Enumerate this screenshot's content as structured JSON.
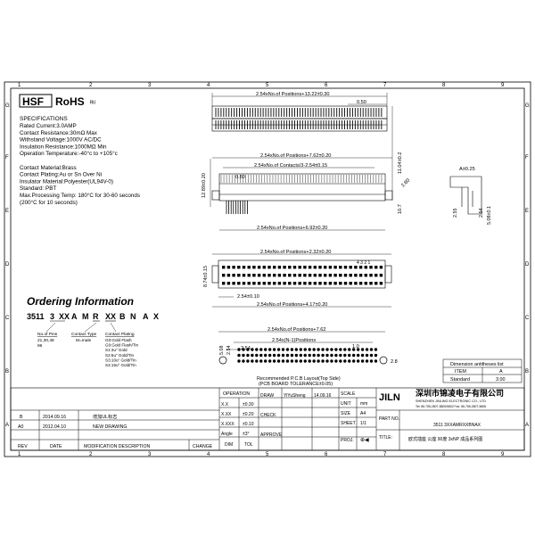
{
  "grid": {
    "cols": [
      "1",
      "2",
      "3",
      "4",
      "5",
      "6",
      "7",
      "8",
      "9"
    ],
    "rows": [
      "G",
      "F",
      "E",
      "D",
      "C",
      "B",
      "A"
    ]
  },
  "logo": {
    "hsf": "HSF",
    "rohs": "RoHS"
  },
  "specs": {
    "title": "SPECIFICATIONS",
    "lines": [
      "Rated Current:3.0AMP",
      "Contact Resistance:30mΩ Max",
      "Withstand Voltage:1000V AC/DC",
      "Insulation Resistance:1000MΩ Min",
      "Operation Temperature:-40°c to +105°c",
      "",
      "Contact Material:Brass",
      "Contact Plating:Au or Sn Over Ni",
      "Insulator Material:Polyester(UL94V-0)",
      "Standard:           PBT",
      "Max.Processing Temp: 180°C for 30-60 seconds",
      "                     (200°C for 10 seconds)"
    ]
  },
  "ordering": {
    "title": "Ordering Information",
    "code": [
      "3511",
      "3",
      "XX",
      "A",
      "M",
      "R",
      "XX",
      "B",
      "N",
      "A",
      "X"
    ],
    "pins_label": "No.of Pins",
    "pins_values": "21,30,48\n96",
    "type_label": "Contact Type",
    "type_value": "M=male",
    "plating_label": "Contact Plating",
    "plating_values": [
      "G0:Gold Flash",
      "G0:Gold Flash/Tin",
      "S1:3u\" Gold",
      "S2:6u\" Gold/Tin",
      "S3:10u\" Gold/Tin",
      "S4:15u\" Gold/Tin"
    ]
  },
  "dims": {
    "top1": "2.54xNo.of Positions+13.22±0.30",
    "d050": "0.50",
    "right_vert": "11.04±0.2",
    "h1280": "12.89±0.20",
    "mid1": "2.54xNo.of Positions+7.62±0.20",
    "mid2": "2.54xNo.of Contacts/3-2.54±0.15",
    "d080": "0.80",
    "d280": "2.80",
    "d107": "10.7",
    "bot1": "2.54xNo.of Positions+6.92±0.20",
    "a_label": "A±0.25",
    "d255": "2.55",
    "d254": "2.54",
    "d508": "5.08±0.1",
    "top2": "2.54xNo.of Positions+2.32±0.20",
    "h874": "8.74±0.15",
    "pins_mark": "4 3 2 1",
    "d254b": "2.54±0.10",
    "bot2": "2.54xNo.of Positions+4.17±0.20",
    "pcb_top": "2.54xNo.of Positions+7.62",
    "pcb_n1": "2.54x(N-1)Positions",
    "d254c": "2.54",
    "d508b": "5.08",
    "d254d": "2.54",
    "d10": "1.0",
    "d28": "2.8",
    "pcb_caption1": "Recommended P.C.B Layout(Top Side)",
    "pcb_caption2": "(PCB BOARD TOLERANCE±0.05)"
  },
  "dim_table": {
    "title": "Dimension antitheses list",
    "headers": [
      "ITEM",
      "A"
    ],
    "rows": [
      [
        "Standard",
        "3.00"
      ]
    ]
  },
  "title_block": {
    "operation": "OPERATION",
    "draw": "DRAW",
    "drawer": "YiYuSheng",
    "date": "14.09.16",
    "scale": "SCALE",
    "scale_val": "",
    "unit": "UNIT",
    "unit_val": "mm",
    "size": "SIZE",
    "size_val": "A4",
    "sheet": "SHEET",
    "sheet_val": "1/1",
    "proj": "PROJ.",
    "check": "CHECK",
    "approve": "APPROVE",
    "tol": [
      [
        "X.X",
        "±0.30"
      ],
      [
        "X.XX",
        "±0.20"
      ],
      [
        "X.XXX",
        "±0.10"
      ],
      [
        "Angle",
        "±3°"
      ]
    ],
    "dim": "DIM",
    "tol_h": "TOL",
    "company_logo": "JILN",
    "company_cn": "深圳市锦凌电子有限公司",
    "company_en": "SHENZHEN JINLING ELECTRONIC CO., LTD",
    "tel": "Tel: 86-755-2807-5800/5802   Fax: 86-755-2807-5808",
    "part_no_label": "PART NO.",
    "part_no": "3511 3XXAMRXXBNAX",
    "title_label": "TITLE:",
    "title_val": "欧式插座 公座 90度 3xNP 成品系列图",
    "revs": [
      {
        "rev": "B",
        "date": "2014.09.16",
        "desc": "增加UL标志"
      },
      {
        "rev": "A0",
        "date": "2012.04.10",
        "desc": "NEW DRAWING"
      }
    ],
    "rev_h": "REV",
    "date_h": "DATE",
    "mod_h": "MODIFICATION DESCRIPTION",
    "change_h": "CHANGE"
  }
}
